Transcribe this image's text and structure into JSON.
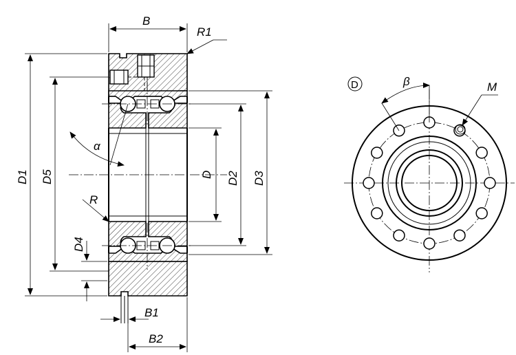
{
  "drawing": {
    "labels": {
      "B": "B",
      "R1": "R1",
      "D1": "D1",
      "D5": "D5",
      "alpha": "α",
      "D": "D",
      "D2": "D2",
      "D3": "D3",
      "R": "R",
      "D4": "D4",
      "B1": "B1",
      "B2": "B2",
      "view_marker": "D",
      "beta": "β",
      "M": "M"
    }
  }
}
